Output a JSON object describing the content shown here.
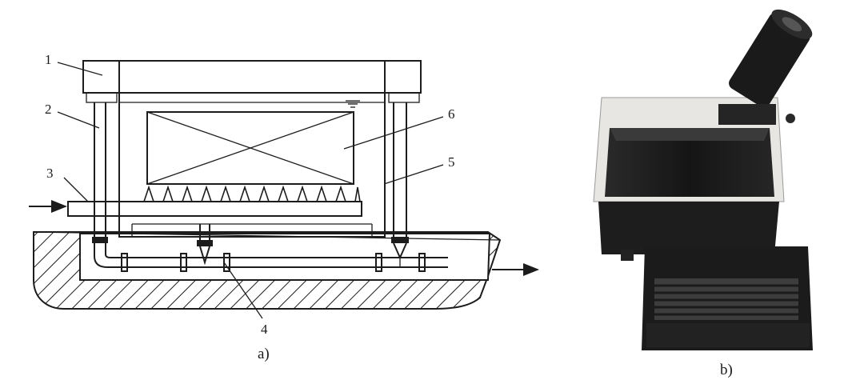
{
  "panel_a": {
    "caption": "a)",
    "callouts": [
      "1",
      "2",
      "3",
      "4",
      "5",
      "6"
    ]
  },
  "panel_b": {
    "caption": "b)"
  },
  "colors": {
    "line": "#1c1c1c",
    "background": "#ffffff",
    "photo_dark": "#1e1e1e",
    "photo_light": "#e8e6e2"
  },
  "icons": {
    "panel_b": "degreasing-tank-photo-icon"
  }
}
